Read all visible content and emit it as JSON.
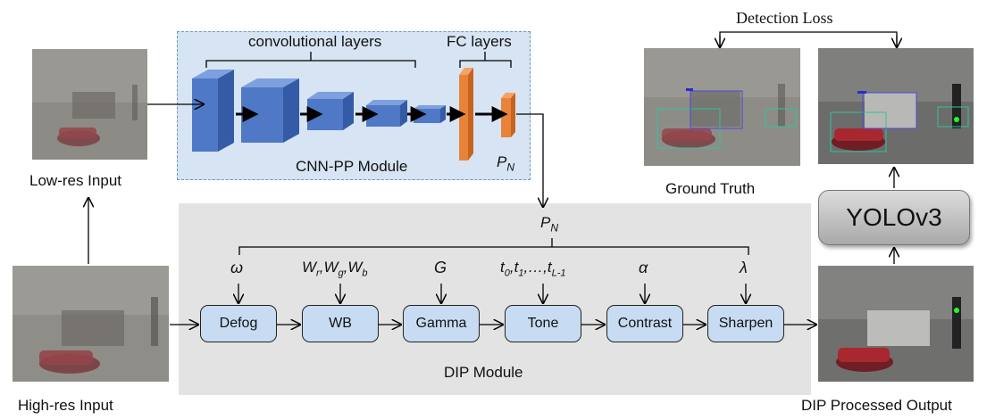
{
  "labels": {
    "low_res_input": "Low-res Input",
    "high_res_input": "High-res Input",
    "convolutional_layers": "convolutional layers",
    "fc_layers": "FC layers",
    "cnn_pp_module": "CNN-PP Module",
    "pn_main": "P",
    "pn_sub": "N",
    "dip_module": "DIP Module",
    "detection_loss": "Detection Loss",
    "ground_truth": "Ground Truth",
    "yolo": "YOLOv3",
    "dip_output": "DIP Processed Output"
  },
  "dip_ops": [
    "Defog",
    "WB",
    "Gamma",
    "Tone",
    "Contrast",
    "Sharpen"
  ],
  "params": {
    "omega": "ω",
    "w_r": "W",
    "w_r_sub": "r",
    "w_g": "W",
    "w_g_sub": "g",
    "w_b": "W",
    "w_b_sub": "b",
    "gamma": "G",
    "t0": "t",
    "t0_sub": "0",
    "t1": "t",
    "t1_sub": "1",
    "tdots": ",…,",
    "tl": "t",
    "tl_sub": "L-1",
    "alpha": "α",
    "lambda": "λ"
  },
  "colors": {
    "cnn_box_bg": "#d6e4f3",
    "conv_layer": "#4f78c6",
    "fc_layer": "#e8843a",
    "op_box": "#c7dcf2",
    "dip_bg": "#e3e3e3",
    "gt_box": "#2ec4a0",
    "gt_bus_box": "#4a4ad8"
  }
}
